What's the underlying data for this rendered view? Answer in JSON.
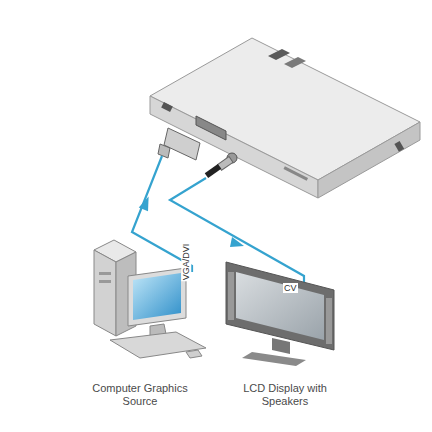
{
  "diagram": {
    "nodes": [
      {
        "text": [
          "Computer Graphics Source"
        ]
      },
      {
        "text": [
          "LCD Display with Speakers"
        ]
      }
    ],
    "labels": [
      "VGA/DVI",
      "CV"
    ]
  }
}
